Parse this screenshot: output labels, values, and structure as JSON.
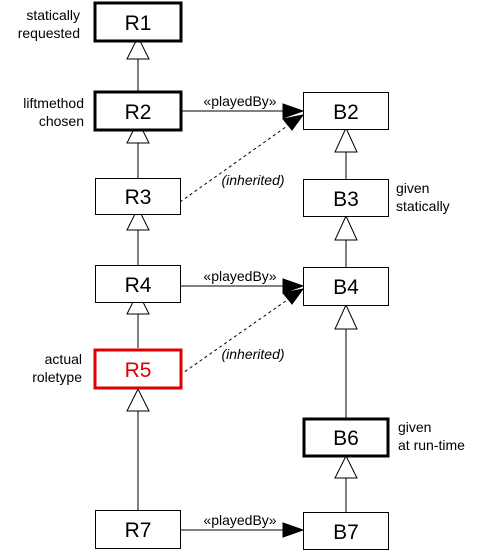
{
  "nodes": {
    "R1": {
      "label": "R1",
      "emphasis": "bold"
    },
    "R2": {
      "label": "R2",
      "emphasis": "bold"
    },
    "R3": {
      "label": "R3",
      "emphasis": "normal"
    },
    "R4": {
      "label": "R4",
      "emphasis": "normal"
    },
    "R5": {
      "label": "R5",
      "emphasis": "highlight"
    },
    "R7": {
      "label": "R7",
      "emphasis": "normal"
    },
    "B2": {
      "label": "B2",
      "emphasis": "normal"
    },
    "B3": {
      "label": "B3",
      "emphasis": "normal"
    },
    "B4": {
      "label": "B4",
      "emphasis": "normal"
    },
    "B6": {
      "label": "B6",
      "emphasis": "bold"
    },
    "B7": {
      "label": "B7",
      "emphasis": "normal"
    }
  },
  "annotations": {
    "r1": [
      "statically",
      "requested"
    ],
    "r2": [
      "liftmethod",
      "chosen"
    ],
    "r5": [
      "actual",
      "roletype"
    ],
    "b3": [
      "given",
      "statically"
    ],
    "b6": [
      "given",
      "at run-time"
    ]
  },
  "edges": {
    "played_by": "«playedBy»",
    "inherited": "(inherited)"
  },
  "colors": {
    "highlight": "#e00000",
    "line": "#000000"
  }
}
